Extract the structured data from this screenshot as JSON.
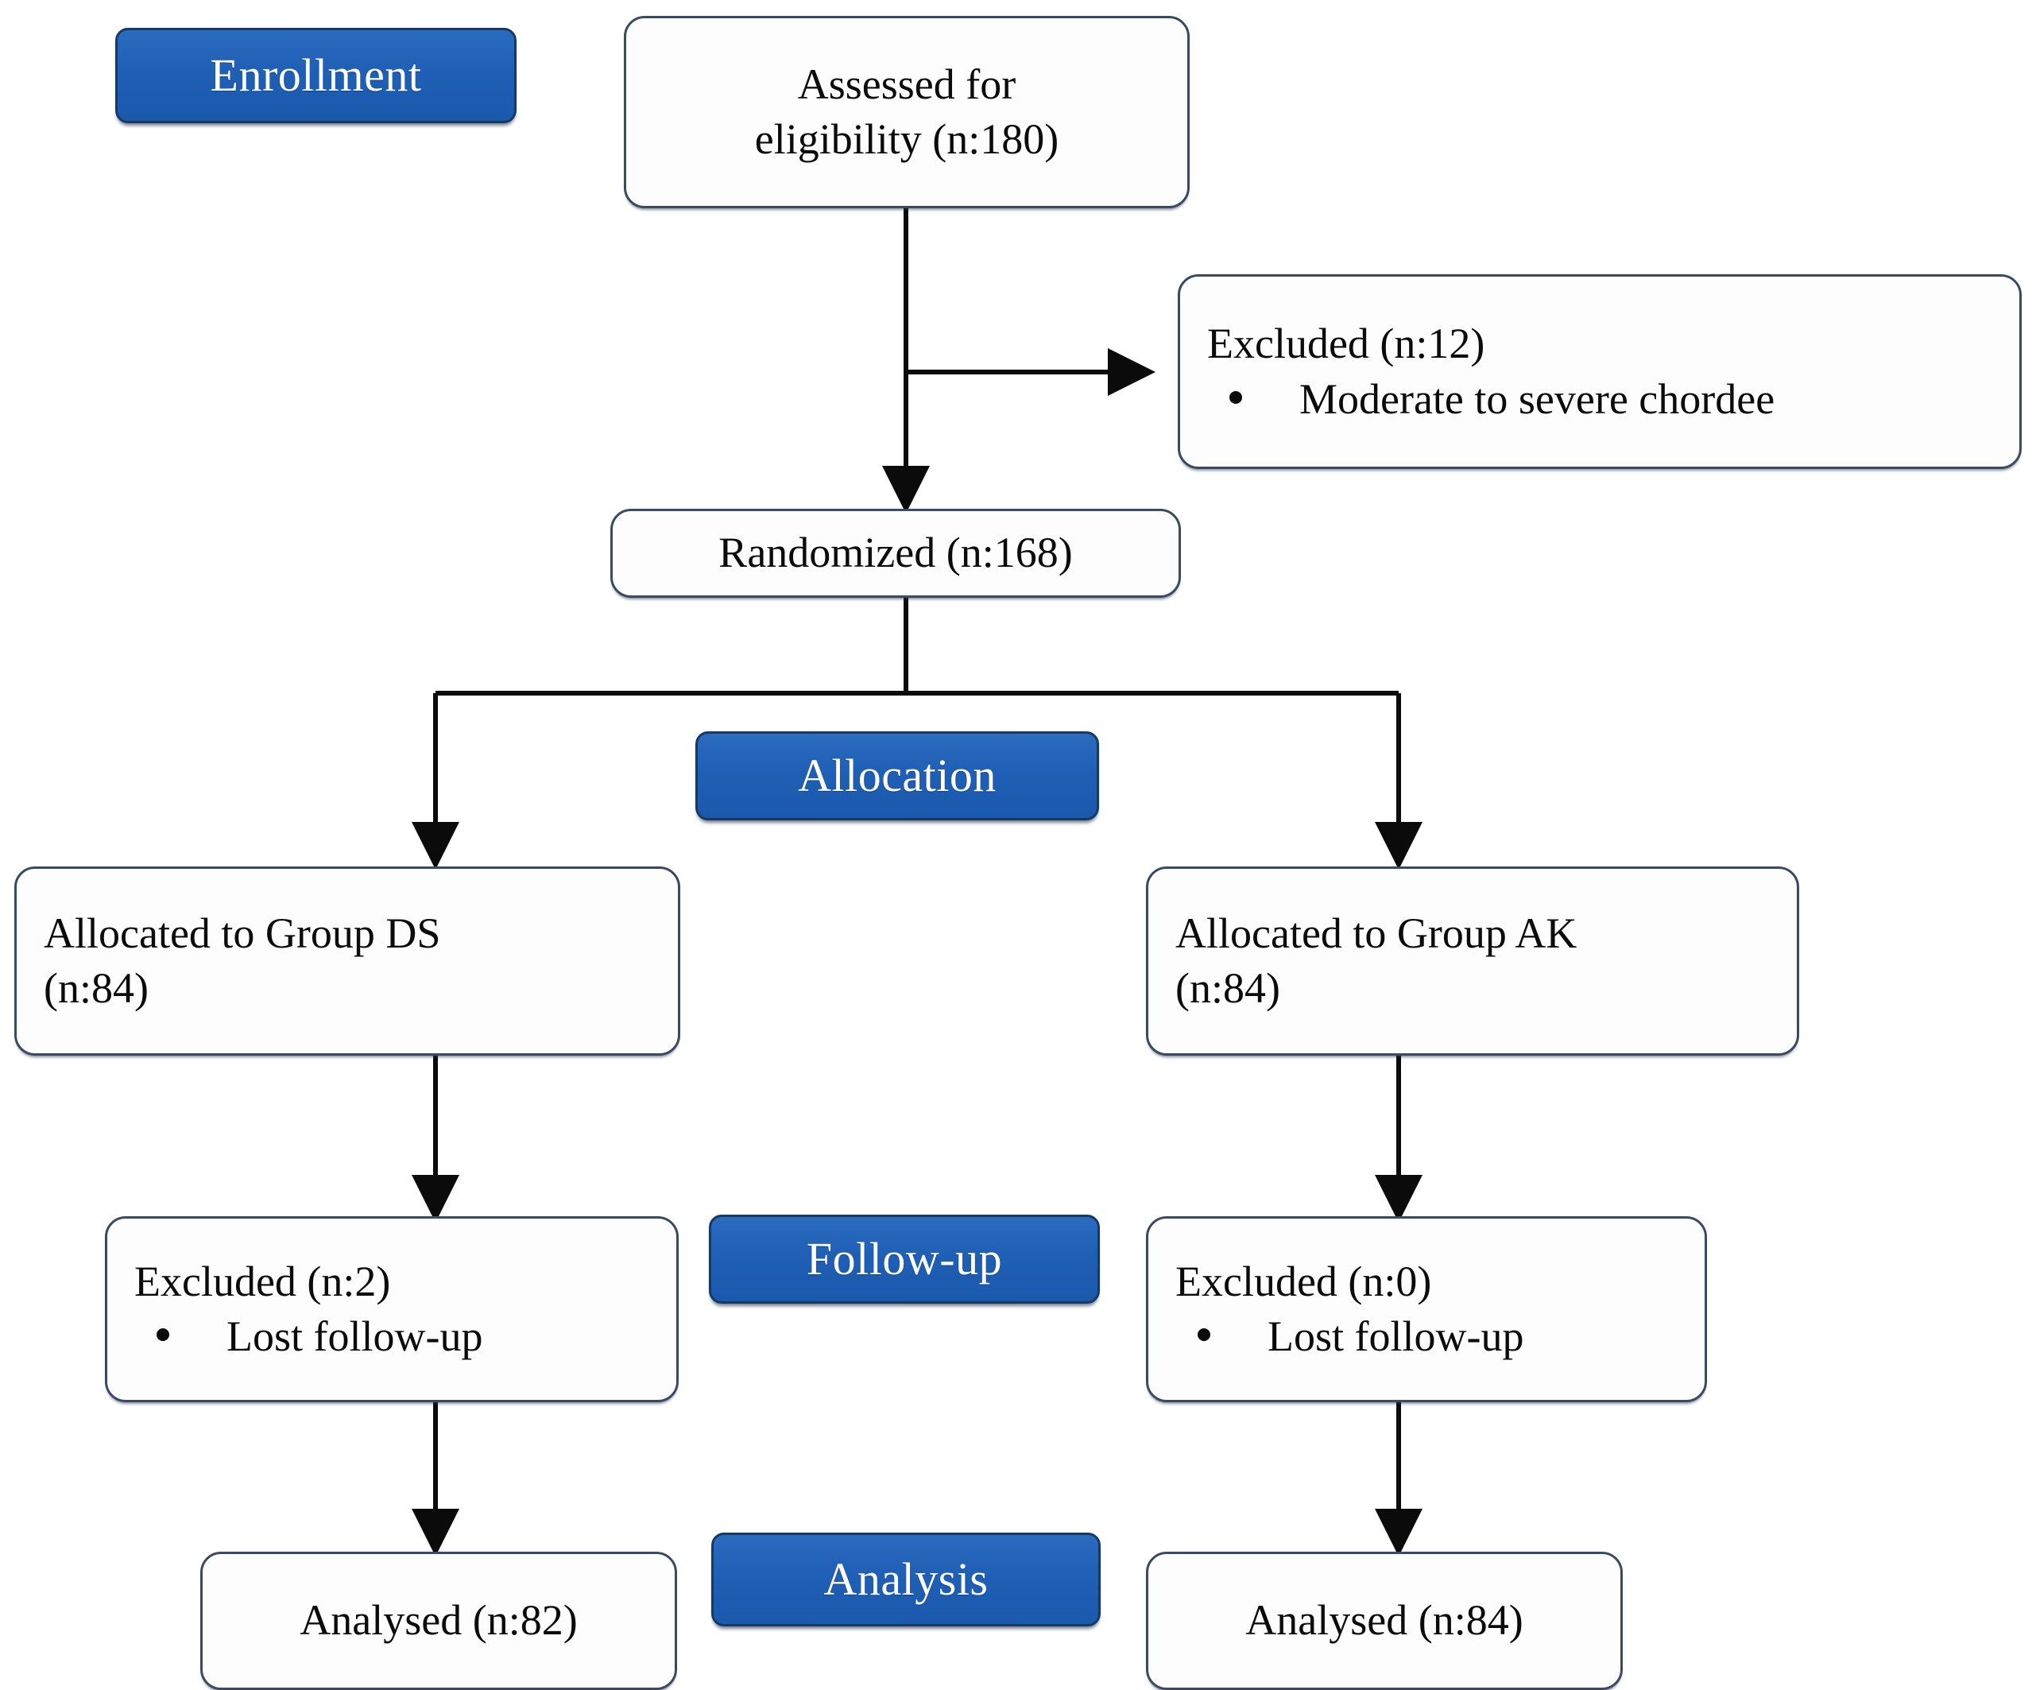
{
  "diagram": {
    "title": "CONSORT participant flow diagram",
    "accent_color": "#1f5fb5",
    "border_color": "#3a4a63",
    "text_color": "#0b0b0b",
    "background_color": "#ffffff"
  },
  "stage_badges": [
    {
      "id": "enrollment",
      "label": "Enrollment"
    },
    {
      "id": "allocation",
      "label": "Allocation"
    },
    {
      "id": "followup",
      "label": "Follow-up"
    },
    {
      "id": "analysis",
      "label": "Analysis"
    }
  ],
  "nodes": {
    "assessed": {
      "line1": "Assessed for",
      "line2": "eligibility (n:180)"
    },
    "excluded_screening": {
      "heading": "Excluded (n:12)",
      "bullet": "Moderate to severe chordee"
    },
    "randomized": {
      "label": "Randomized (n:168)"
    },
    "allocated_left": {
      "line1": "Allocated to Group DS",
      "line2": "(n:84)"
    },
    "allocated_right": {
      "line1": "Allocated to Group AK",
      "line2": "(n:84)"
    },
    "excluded_left": {
      "heading": "Excluded (n:2)",
      "bullet": "Lost follow-up"
    },
    "excluded_right": {
      "heading": "Excluded (n:0)",
      "bullet": "Lost follow-up"
    },
    "analysed_left": {
      "label": "Analysed (n:82)"
    },
    "analysed_right": {
      "label": "Analysed (n:84)"
    }
  },
  "counts": {
    "assessed_for_eligibility": 180,
    "excluded_at_screening": 12,
    "randomized": 168,
    "allocated_group_ds": 84,
    "allocated_group_ak": 84,
    "lost_follow_up_ds": 2,
    "lost_follow_up_ak": 0,
    "analysed_ds": 82,
    "analysed_ak": 84
  }
}
